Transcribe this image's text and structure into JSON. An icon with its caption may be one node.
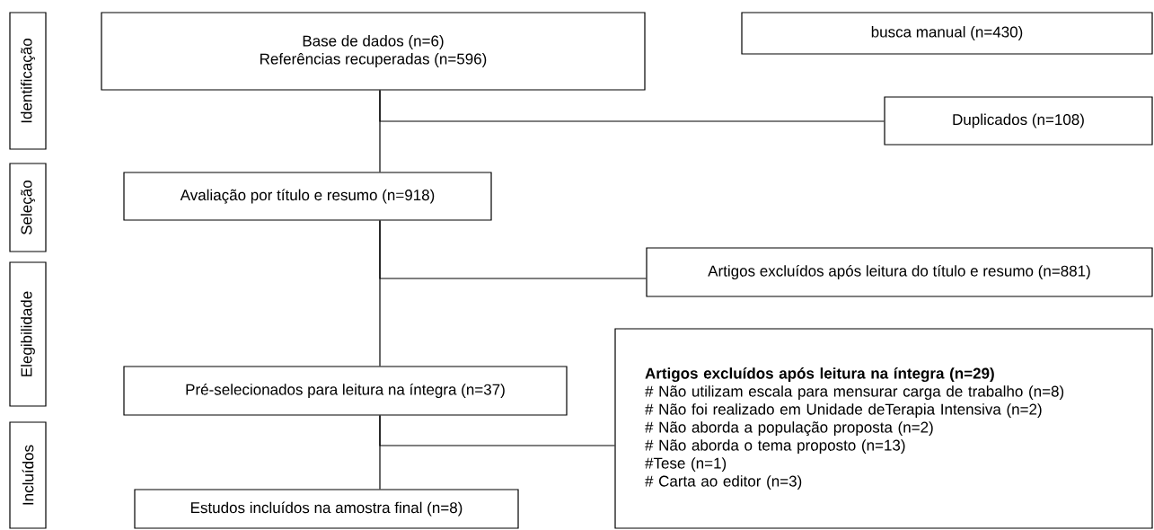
{
  "diagram": {
    "nodes": [
      {
        "text": [
          "Identificação"
        ]
      },
      {
        "text": [
          "Seleção"
        ]
      },
      {
        "text": [
          "Elegibilidade"
        ]
      },
      {
        "text": [
          "Incluídos"
        ]
      },
      {
        "text": [
          "Base de dados (n=6)",
          "Referências recuperadas (n=596)"
        ]
      },
      {
        "text": [
          "busca manual (n=430)"
        ]
      },
      {
        "text": [
          "Duplicados (n=108)"
        ]
      },
      {
        "text": [
          "Avaliação por título e resumo (n=918)"
        ]
      },
      {
        "text": [
          "Artigos excluídos após leitura do título e resumo (n=881)"
        ]
      },
      {
        "text": [
          "Pré-selecionados para leitura na íntegra (n=37)"
        ]
      },
      {
        "text": [
          "Artigos excluídos após leitura na íntegra (n=29)",
          "# Não utilizam escala para mensurar carga de trabalho (n=8)",
          "# Não foi realizado em Unidade deTerapia Intensiva (n=2)",
          "# Não aborda a população proposta (n=2)",
          "# Não aborda o tema proposto (n=13)",
          "#Tese (n=1)",
          "# Carta ao editor (n=3)"
        ]
      },
      {
        "text": [
          "Estudos incluídos na amostra final (n=8)"
        ]
      }
    ],
    "edges": [
      {
        "from": 4,
        "to": 7,
        "arrow": "none"
      },
      {
        "from": 4,
        "to": 6,
        "arrow": "none"
      },
      {
        "from": 7,
        "to": 9,
        "arrow": "none"
      },
      {
        "from": 7,
        "to": 8,
        "arrow": "none"
      },
      {
        "from": 9,
        "to": 11,
        "arrow": "none"
      },
      {
        "from": 9,
        "to": 10,
        "arrow": "none"
      }
    ]
  }
}
